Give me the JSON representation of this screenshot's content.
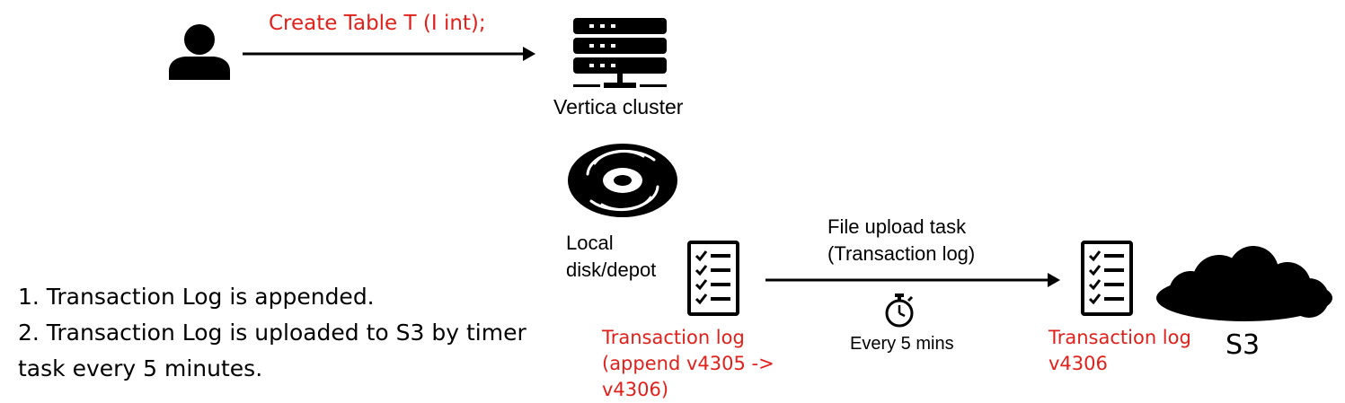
{
  "sql_statement": "Create Table T (I int);",
  "nodes": {
    "vertica_cluster": "Vertica cluster",
    "local_disk_line1": "Local",
    "local_disk_line2": "disk/depot",
    "local_log_line1": "Transaction log",
    "local_log_line2": "(append v4305 -> v4306)",
    "s3_log_line1": "Transaction log",
    "s3_log_line2": "v4306",
    "s3": "S3"
  },
  "upload": {
    "title_line1": "File upload task",
    "title_line2": "(Transaction log)",
    "interval": "Every 5 mins"
  },
  "notes": [
    "1. Transaction Log is appended.",
    "2. Transaction Log is uploaded to S3 by timer",
    "task every 5 minutes."
  ],
  "colors": {
    "highlight": "#e0201b",
    "ink": "#000000"
  },
  "icons": [
    "user-icon",
    "server-icon",
    "disk-icon",
    "checklist-icon",
    "timer-icon",
    "cloud-icon"
  ]
}
